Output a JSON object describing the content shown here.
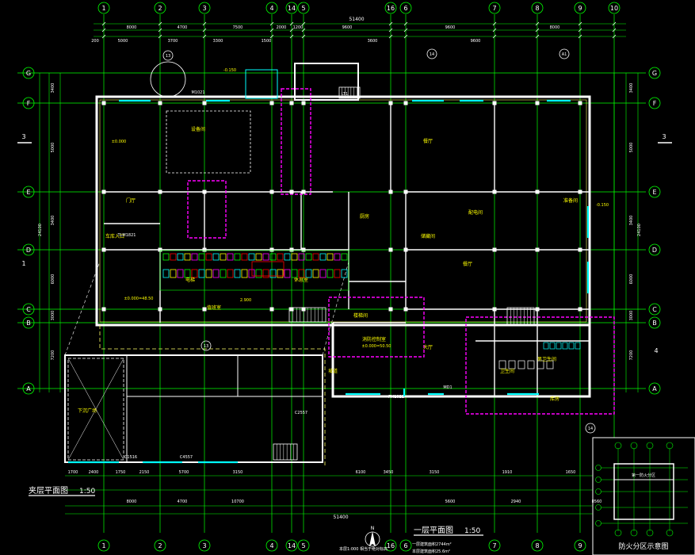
{
  "colors": {
    "background": "#000000",
    "axis": "#00ff00",
    "wall": "#ffffff",
    "window": "#00ffff",
    "room_text": "#ffff00",
    "fire_zone": "#ff00ff",
    "dimension": "#ffffff"
  },
  "grid": {
    "columns": [
      "1",
      "2",
      "3",
      "4",
      "14",
      "5",
      "16",
      "6",
      "7",
      "8",
      "9",
      "10"
    ],
    "rows": [
      "G",
      "F",
      "E",
      "D",
      "C",
      "B",
      "A"
    ],
    "side_left": "3",
    "side_right": "3",
    "side_left2": "1",
    "side_right2": "4"
  },
  "dimensions": {
    "overall_width": "51400",
    "overall_depth": "24100",
    "top_spans": [
      "8000",
      "4700",
      "7500",
      "2000",
      "1200",
      "9600",
      "9600",
      "8000"
    ],
    "top_sub": [
      "200",
      "5000",
      "3700",
      "3300",
      "1500",
      "3600",
      "9600"
    ],
    "bottom_spans": [
      "8000",
      "4700",
      "10700",
      "5600",
      "2940",
      "8560"
    ],
    "bottom_sub": [
      "1700",
      "2400",
      "1750",
      "2150",
      "5700",
      "3150",
      "6100",
      "3450",
      "3150",
      "1910",
      "1650"
    ],
    "row_spans": [
      "3400",
      "5000",
      "3400",
      "6000",
      "3000",
      "7200"
    ]
  },
  "labels": {
    "mezzanine_title": "夹层平面图",
    "mezzanine_scale": "1:50",
    "ground_title": "一层平面图",
    "ground_scale": "1:50",
    "legend_title": "防火分区示意图",
    "legend_zone": "第一防火分区",
    "note_line1": "一层建筑面积2744m²",
    "note_line2": "本层建筑面积25.6m²",
    "footer_note": "本层1:000  相当于绝对标高",
    "north": "N"
  },
  "rooms": [
    {
      "id": "r1",
      "text": "餐厅"
    },
    {
      "id": "r2",
      "text": "餐厅"
    },
    {
      "id": "r3",
      "text": "厨房"
    },
    {
      "id": "r4",
      "text": "卫生间"
    },
    {
      "id": "r5",
      "text": "男卫生间"
    },
    {
      "id": "r6",
      "text": "门厅"
    },
    {
      "id": "r7",
      "text": "大厅"
    },
    {
      "id": "r8",
      "text": "楼梯间"
    },
    {
      "id": "r9",
      "text": "电梯"
    },
    {
      "id": "r10",
      "text": "配电间"
    },
    {
      "id": "r11",
      "text": "值班室"
    },
    {
      "id": "r12",
      "text": "消防控制室"
    },
    {
      "id": "r13",
      "text": "休息室"
    },
    {
      "id": "r14",
      "text": "储藏间"
    },
    {
      "id": "r15",
      "text": "下沉广场"
    },
    {
      "id": "r16",
      "text": "车库入口"
    },
    {
      "id": "r17",
      "text": "设备间"
    },
    {
      "id": "r18",
      "text": "坡道"
    },
    {
      "id": "r19",
      "text": "准备间"
    },
    {
      "id": "r20",
      "text": "库房"
    }
  ],
  "levels": [
    "±0.000",
    "-0.150",
    "±0.000=48.50",
    "2.900",
    "-0.150",
    "±0.000=50.50"
  ],
  "codes": [
    "M1021",
    "FM1021",
    "C2557",
    "C1516",
    "C4557",
    "LT1",
    "MD1",
    "TLM1821"
  ],
  "index_marks": [
    "13",
    "14",
    "A1"
  ]
}
